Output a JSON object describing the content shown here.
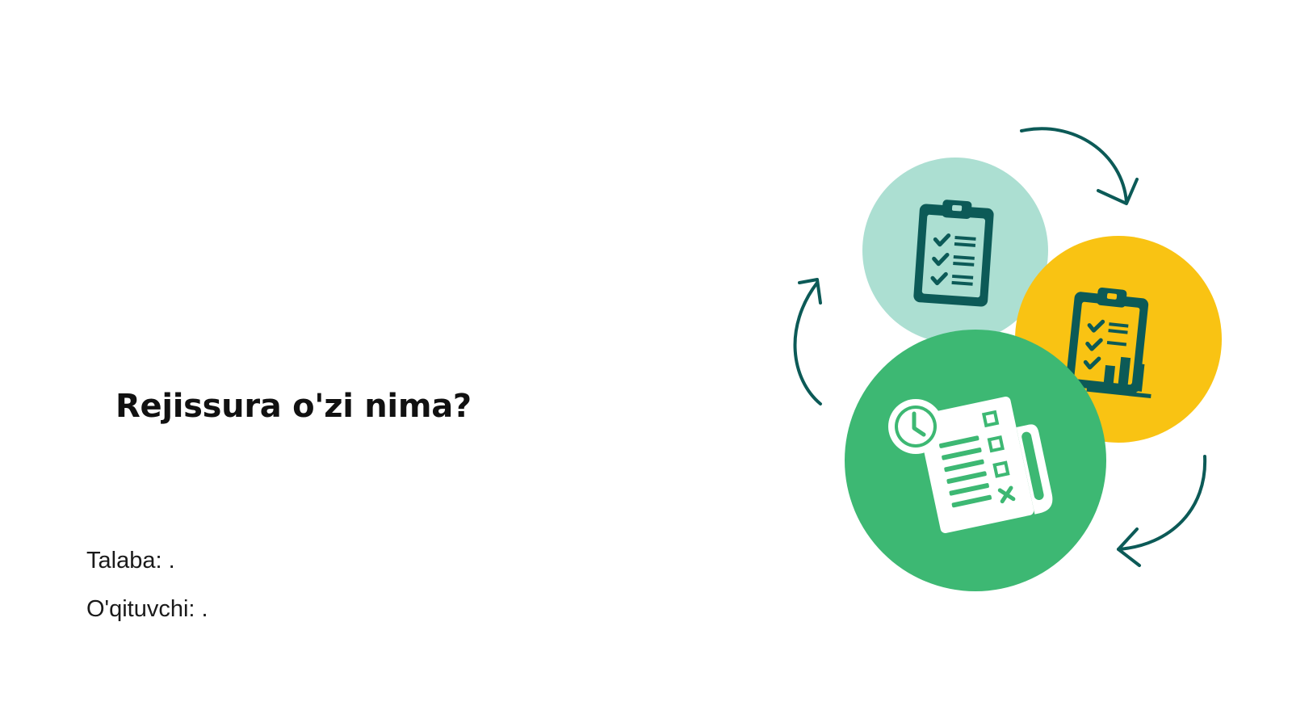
{
  "slide": {
    "title": "Rejissura o'zi nima?",
    "student_line": "Talaba: .",
    "teacher_line": "O'qituvchi: ."
  },
  "illustration": {
    "colors": {
      "mint_circle": "#acdfd2",
      "yellow_circle": "#f9c313",
      "green_circle": "#3db873",
      "dark_teal": "#0c5a57",
      "arrow": "#0c5a57",
      "paper": "#ffffff"
    },
    "icons": [
      "clipboard-checklist-icon",
      "clipboard-chart-icon",
      "schedule-document-icon",
      "cycle-arrow-icon"
    ]
  }
}
